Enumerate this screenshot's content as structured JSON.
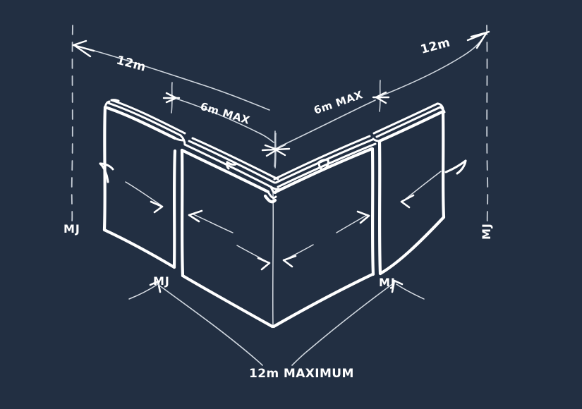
{
  "diagram": {
    "title": "Masonry wall corner movement joint layout sketch",
    "background_color": "#222f42",
    "ink_color": "#ffffff",
    "dim_line_color": "#cfd6de",
    "labels": {
      "left_span": "12m",
      "right_span": "12m",
      "left_panel_max": "6m MAX",
      "right_panel_max": "6m MAX",
      "bottom_span": "12m  MAXIMUM",
      "mj_left_outer": "MJ",
      "mj_right_outer": "MJ",
      "mj_left_inner": "MJ",
      "mj_right_inner": "MJ"
    }
  },
  "annotations": {
    "dimension_lines": [
      {
        "name": "top-left-12m",
        "label": "12m",
        "from": "left reference line",
        "to": "left movement joint tick"
      },
      {
        "name": "top-left-6m",
        "label": "6m MAX",
        "from": "left movement joint tick",
        "to": "corner tick"
      },
      {
        "name": "top-right-6m",
        "label": "6m MAX",
        "from": "corner tick",
        "to": "right movement joint tick"
      },
      {
        "name": "top-right-12m",
        "label": "12m",
        "from": "right movement joint tick",
        "to": "right reference line"
      },
      {
        "name": "bottom-12m",
        "label": "12m  MAXIMUM",
        "from": "left base joint",
        "to": "right base joint"
      }
    ],
    "movement_joint_markers": 4,
    "expansion_arrow_pairs": 4
  }
}
